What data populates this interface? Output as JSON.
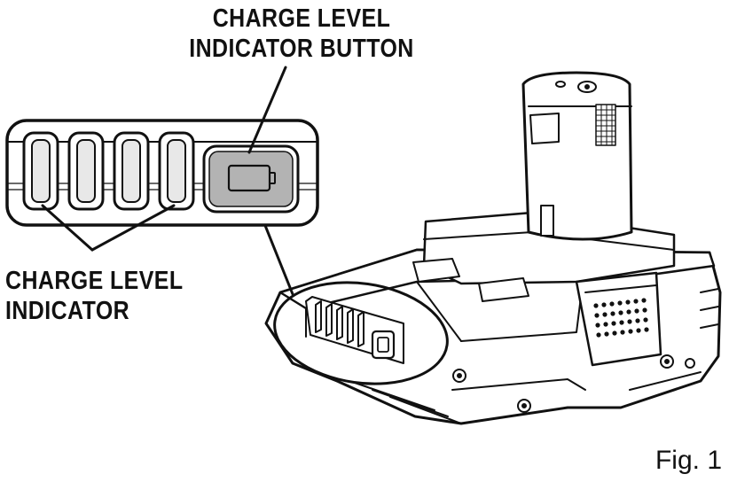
{
  "callouts": {
    "button": {
      "line1": "CHARGE LEVEL",
      "line2": "INDICATOR BUTTON"
    },
    "indicator": {
      "line1": "CHARGE LEVEL",
      "line2": "INDICATOR"
    }
  },
  "figure_label": "Fig. 1",
  "colors": {
    "line": "#111111",
    "fill": "#ffffff",
    "button_fill": "#b3b3b3",
    "led_fill": "#e8e8e8"
  }
}
